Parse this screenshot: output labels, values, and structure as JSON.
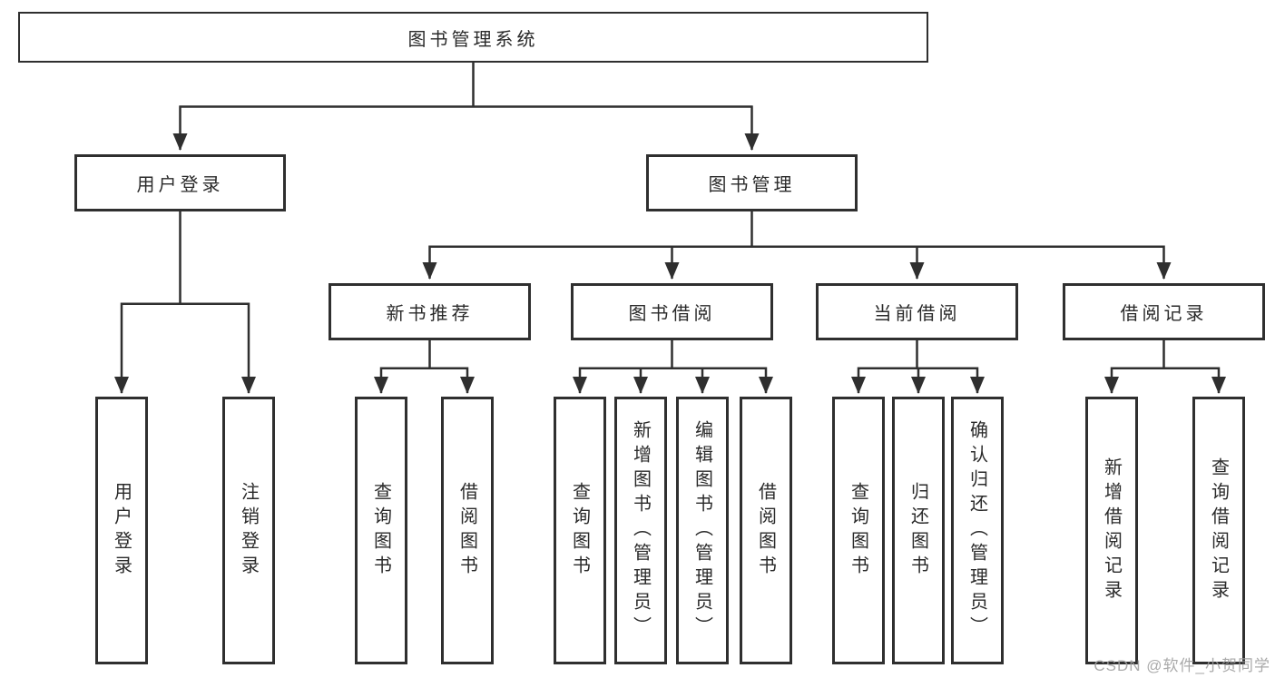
{
  "diagram": {
    "root": {
      "label": "图书管理系统"
    },
    "branches": [
      {
        "label": "用户登录",
        "children": [
          {
            "label": "用户登录"
          },
          {
            "label": "注销登录"
          }
        ]
      },
      {
        "label": "图书管理",
        "children": [
          {
            "label": "新书推荐",
            "children": [
              {
                "label": "查询图书"
              },
              {
                "label": "借阅图书"
              }
            ]
          },
          {
            "label": "图书借阅",
            "children": [
              {
                "label": "查询图书"
              },
              {
                "label": "新增图书（管理员）"
              },
              {
                "label": "编辑图书（管理员）"
              },
              {
                "label": "借阅图书"
              }
            ]
          },
          {
            "label": "当前借阅",
            "children": [
              {
                "label": "查询图书"
              },
              {
                "label": "归还图书"
              },
              {
                "label": "确认归还（管理员）"
              }
            ]
          },
          {
            "label": "借阅记录",
            "children": [
              {
                "label": "新增借阅记录"
              },
              {
                "label": "查询借阅记录"
              }
            ]
          }
        ]
      }
    ]
  },
  "watermark": {
    "text": "CSDN @软件_小贺同学"
  },
  "colors": {
    "line": "#2f2f2f",
    "text": "#2a2a2a",
    "background": "#ffffff",
    "watermark": "#9e9e9e"
  }
}
